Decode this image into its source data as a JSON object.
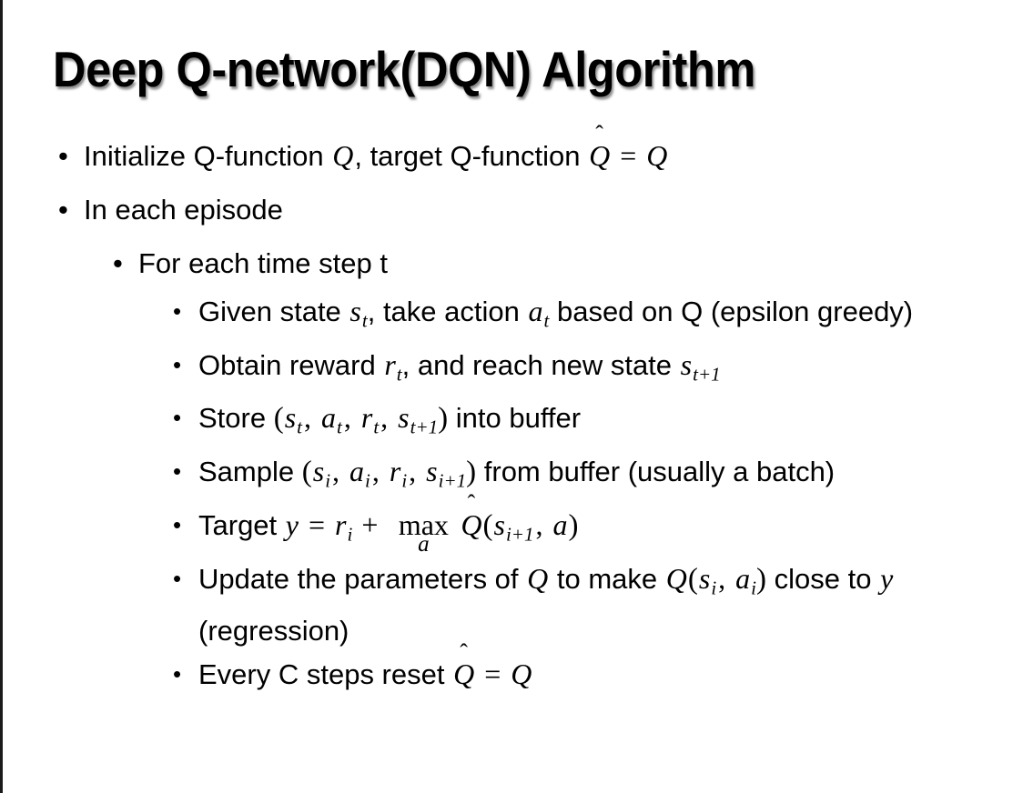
{
  "slide": {
    "title": "Deep Q-network(DQN) Algorithm",
    "background_color": "#ffffff",
    "text_color": "#000000",
    "bullet_glyph": "•"
  },
  "bullets": [
    {
      "level": 1,
      "id": "initialize-q-function",
      "plain_text": "Initialize Q-function Q, target Q-function Q̂ = Q",
      "parts": {
        "p1": "Initialize Q-function ",
        "m1": "Q",
        "p2": ", target Q-function ",
        "m2": "Q",
        "hat": "̂",
        "eq": " = ",
        "m3": "Q"
      }
    },
    {
      "level": 1,
      "id": "in-each-episode",
      "plain_text": "In each episode",
      "parts": {
        "p1": "In each episode"
      }
    },
    {
      "level": 2,
      "id": "for-each-time-step",
      "plain_text": "For each time step t",
      "parts": {
        "p1": "For each time step t"
      }
    },
    {
      "level": 3,
      "id": "given-state-take-action",
      "plain_text": "Given state s_t, take action a_t based on Q (epsilon greedy)",
      "parts": {
        "p1": "Given state ",
        "m1": "s",
        "sub1": "t",
        "p2": ", take action ",
        "m2": "a",
        "sub2": "t",
        "p3": " based on Q (epsilon greedy)"
      }
    },
    {
      "level": 3,
      "id": "obtain-reward-reach-new-state",
      "plain_text": "Obtain reward r_t, and reach new state s_{t+1}",
      "parts": {
        "p1": "Obtain reward ",
        "m1": "r",
        "sub1": "t",
        "p2": ", and reach new state ",
        "m2": "s",
        "sub2": "t+1"
      }
    },
    {
      "level": 3,
      "id": "store-into-buffer",
      "plain_text": "Store (s_t, a_t, r_t, s_{t+1}) into buffer",
      "parts": {
        "p1": "Store ",
        "open": "(",
        "m1": "s",
        "sub1": "t",
        "c1": ", ",
        "m2": "a",
        "sub2": "t",
        "c2": ", ",
        "m3": "r",
        "sub3": "t",
        "c3": ", ",
        "m4": "s",
        "sub4": "t+1",
        "close": ")",
        "p2": " into buffer"
      }
    },
    {
      "level": 3,
      "id": "sample-from-buffer",
      "plain_text": "Sample (s_i, a_i, r_i, s_{i+1}) from buffer (usually a batch)",
      "parts": {
        "p1": "Sample ",
        "open": "(",
        "m1": "s",
        "sub1": "i",
        "c1": ", ",
        "m2": "a",
        "sub2": "i",
        "c2": ", ",
        "m3": "r",
        "sub3": "i",
        "c3": ", ",
        "m4": "s",
        "sub4": "i+1",
        "close": ")",
        "p2": " from buffer (usually a batch)"
      }
    },
    {
      "level": 3,
      "id": "target-equation",
      "plain_text": "Target y = r_i + max_a Q̂(s_{i+1}, a)",
      "parts": {
        "p1": "Target ",
        "y": "y",
        "eq": " = ",
        "r": "r",
        "rsub": "i",
        "plus": " + ",
        "maxname": "max",
        "maxlimit": "a",
        "qhat": "Q",
        "hat": "̂",
        "open": "(",
        "s": "s",
        "ssub": "i+1",
        "comma": ", ",
        "a": "a",
        "close": ")"
      }
    },
    {
      "level": 3,
      "id": "update-parameters",
      "plain_text": "Update the parameters of Q to make Q(s_i, a_i) close to y (regression)",
      "parts": {
        "p1": "Update the parameters of ",
        "m1": "Q",
        "p2": " to make ",
        "m2": "Q",
        "open": "(",
        "s": "s",
        "ssub": "i",
        "comma": ", ",
        "a": "a",
        "asub": "i",
        "close": ")",
        "p3": " close to ",
        "y": "y",
        "p4": " (regression)"
      }
    },
    {
      "level": 3,
      "id": "every-c-steps-reset",
      "plain_text": "Every C steps reset Q̂ = Q",
      "parts": {
        "p1": "Every C steps reset ",
        "m1": "Q",
        "hat": "̂",
        "eq": " = ",
        "m2": "Q"
      }
    }
  ]
}
